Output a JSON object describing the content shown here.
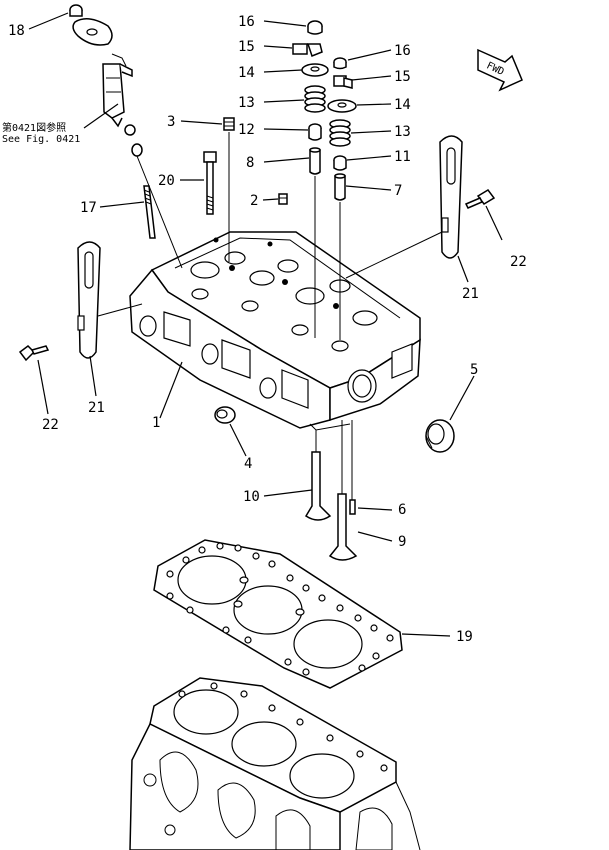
{
  "fwd_label": "FWD",
  "reference_note": {
    "line1": "第0421図参照",
    "line2": "See Fig. 0421"
  },
  "callouts": {
    "c1": "1",
    "c2": "2",
    "c3": "3",
    "c4": "4",
    "c5": "5",
    "c6": "6",
    "c7": "7",
    "c8": "8",
    "c9": "9",
    "c10": "10",
    "c11": "11",
    "c12": "12",
    "c13a": "13",
    "c13b": "13",
    "c14a": "14",
    "c14b": "14",
    "c15a": "15",
    "c15b": "15",
    "c16a": "16",
    "c16b": "16",
    "c17": "17",
    "c18": "18",
    "c19": "19",
    "c20": "20",
    "c21a": "21",
    "c21b": "21",
    "c22a": "22",
    "c22b": "22"
  }
}
